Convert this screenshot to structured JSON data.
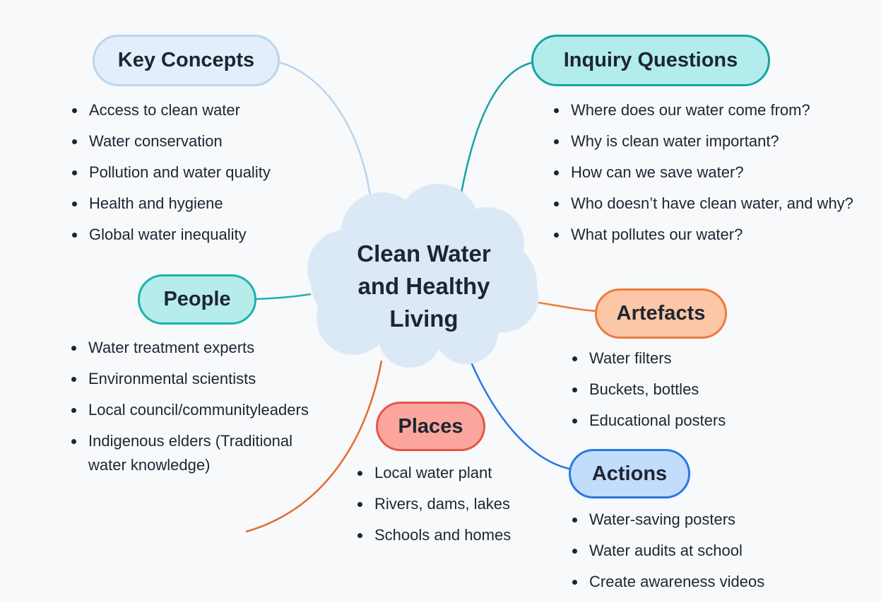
{
  "central_topic": [
    "Clean Water",
    "and Healthy",
    "Living"
  ],
  "colors": {
    "central_fill": "#dbe9f6",
    "key_concepts": "#b8d6ee",
    "inquiry_questions": "#17a3a3",
    "people": "#1bb3ad",
    "artefacts": "#f07a3c",
    "places": "#e5564d",
    "actions": "#2a78e4",
    "people_line": "#e8692e"
  },
  "branches": {
    "key_concepts": {
      "title": "Key Concepts",
      "items": [
        "Access to clean water",
        "Water conservation",
        "Pollution and water quality",
        "Health and hygiene",
        "Global water inequality"
      ]
    },
    "inquiry_questions": {
      "title": "Inquiry Questions",
      "items": [
        "Where does our water come from?",
        "Why is clean water important?",
        "How can we save water?",
        "Who doesn’t have clean water, and why?",
        "What pollutes our water?"
      ]
    },
    "people": {
      "title": "People",
      "items": [
        "Water treatment experts",
        "Environmental scientists",
        "Local council/communityleaders",
        "Indigenous elders (Traditional water knowledge)"
      ]
    },
    "artefacts": {
      "title": "Artefacts",
      "items": [
        "Water filters",
        "Buckets, bottles",
        "Educational posters"
      ]
    },
    "places": {
      "title": "Places",
      "items": [
        "Local water plant",
        "Rivers, dams, lakes",
        "Schools and homes"
      ]
    },
    "actions": {
      "title": "Actions",
      "items": [
        "Water-saving posters",
        "Water audits at school",
        "Create awareness videos"
      ]
    }
  }
}
